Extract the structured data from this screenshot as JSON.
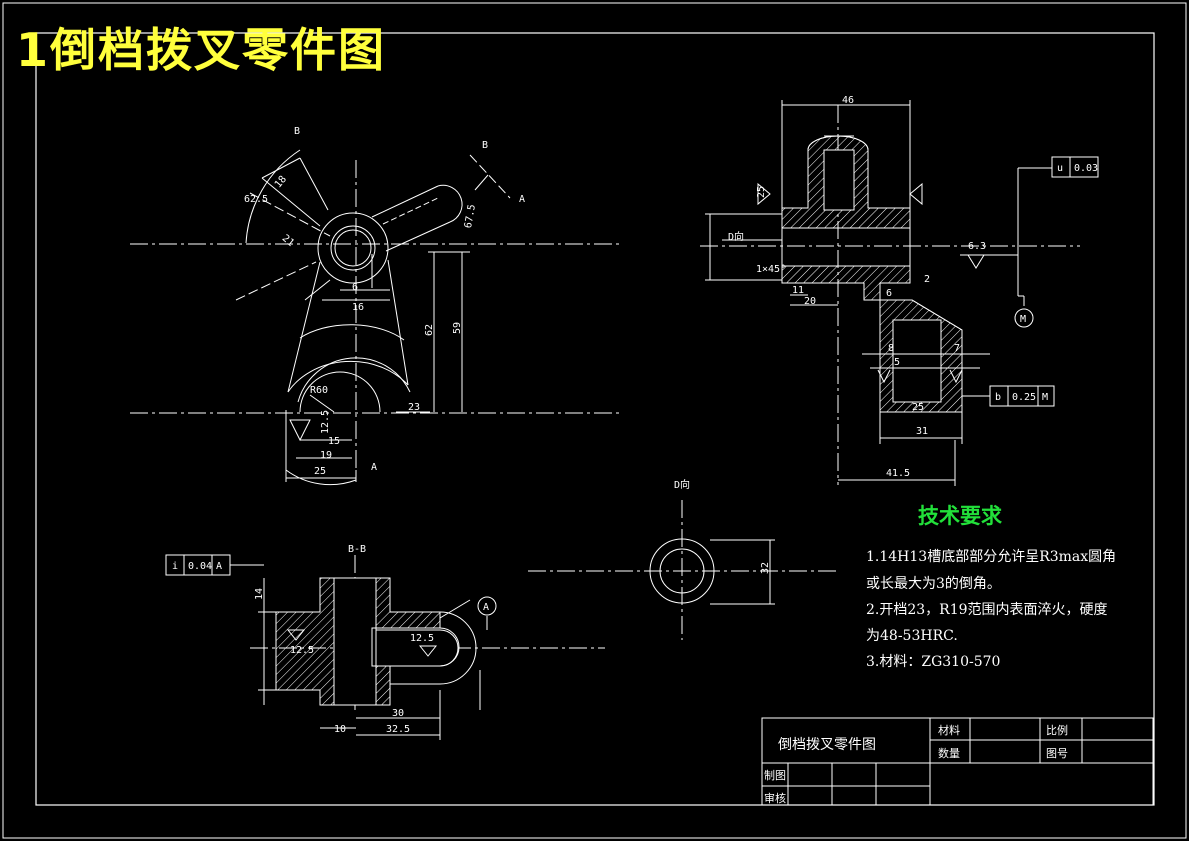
{
  "header": {
    "title": "1倒档拨叉零件图"
  },
  "technical_requirements": {
    "title": "技术要求",
    "lines": [
      "1.14H13槽底部部分允许呈R3max圆角",
      "或长最大为3的倒角。",
      "2.开档23，R19范围内表面淬火，硬度",
      "为48-53HRC.",
      "3.材料：ZG310-570"
    ]
  },
  "title_block": {
    "name": "倒档拨叉零件图",
    "material_label": "材料",
    "quantity_label": "数量",
    "scale_label": "比例",
    "drawing_no_label": "图号",
    "drafter_label": "制图",
    "checker_label": "审核"
  },
  "annotations": {
    "view_b": "B",
    "view_a": "A",
    "section_bb": "B-B",
    "view_d": "D向",
    "view_d_short": "D向",
    "datum_a": "A",
    "datum_m": "M"
  },
  "dimensions": {
    "d62_5": "62.5",
    "d18": "18",
    "d67_5": "67.5",
    "d21": "21",
    "d16": "16",
    "d6": "6",
    "d62": "62",
    "d59": "59",
    "dR60": "R60",
    "d23": "23",
    "d12_5": "12.5",
    "d15": "15",
    "d19": "19",
    "d25": "25",
    "d46": "46",
    "d25r": "25",
    "d1x45": "1×45°",
    "d11": "11",
    "d20": "20",
    "d6_3": "6.3",
    "d2": "2",
    "d6b": "6",
    "d8": "8",
    "d5": "5",
    "d7": "7",
    "d25c": "25",
    "d31": "31",
    "d41_5": "41.5",
    "d32": "32",
    "d10": "10",
    "d30": "30",
    "d32_5": "32.5",
    "d12_5b": "12.5",
    "d12_5c": "12.5",
    "d14": "14"
  },
  "tolerance_frames": {
    "parallel": {
      "symbol": "u",
      "value": "0.03"
    },
    "runout": {
      "symbol": "b",
      "value": "0.25",
      "datum": "M"
    },
    "perp": {
      "symbol": "i",
      "value": "0.04",
      "datum": "A"
    }
  },
  "colors": {
    "background": "#000000",
    "lines": "#ffffff",
    "title": "#ffff3c",
    "tech_title": "#22e03a"
  }
}
